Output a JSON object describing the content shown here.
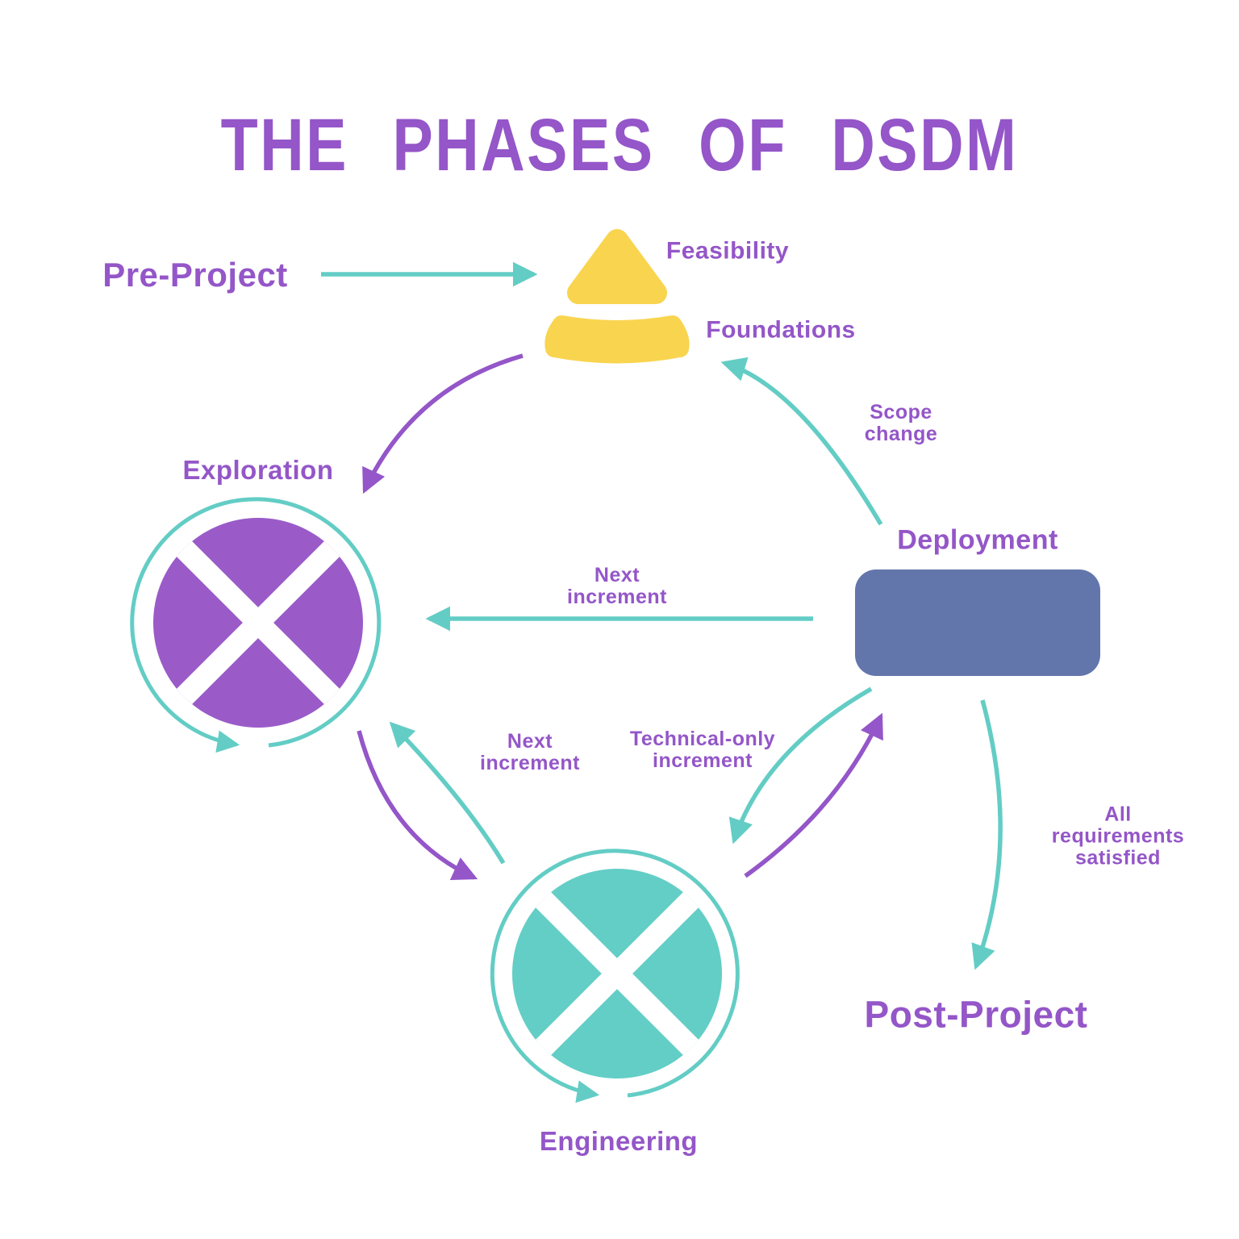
{
  "title": "THE PHASES OF DSDM",
  "colors": {
    "purple_text": "#9456C8",
    "purple_arrow": "#9456C8",
    "purple_wheel": "#9A5BC8",
    "teal_arrow": "#63CDC5",
    "teal_wheel": "#63CEC6",
    "yellow_cone": "#F9D44F",
    "blue_box": "#6376AC",
    "background": "#FFFFFF"
  },
  "nodes": {
    "pre_project": {
      "label": "Pre-Project"
    },
    "feasibility": {
      "label": "Feasibility"
    },
    "foundations": {
      "label": "Foundations"
    },
    "exploration": {
      "label": "Exploration"
    },
    "deployment": {
      "label": "Deployment"
    },
    "engineering": {
      "label": "Engineering"
    },
    "post_project": {
      "label": "Post-Project"
    }
  },
  "arrow_labels": {
    "scope_change": {
      "label": "Scope\nchange"
    },
    "next_increment_main": {
      "label": "Next\nincrement"
    },
    "next_increment_loop": {
      "label": "Next\nincrement"
    },
    "technical_only": {
      "label": "Technical-only\nincrement"
    },
    "all_requirements": {
      "label": "All\nrequirements\nsatisfied"
    }
  }
}
